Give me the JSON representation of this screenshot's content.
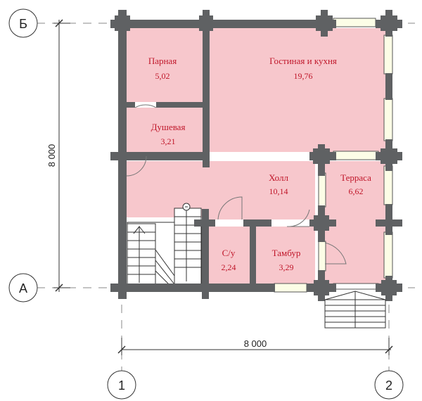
{
  "axes": {
    "row_b": "Б",
    "row_a": "А",
    "col_1": "1",
    "col_2": "2"
  },
  "dimensions": {
    "horizontal": "8 000",
    "vertical": "8 000"
  },
  "rooms": [
    {
      "id": "parnaya",
      "name": "Парная",
      "area": "5,02"
    },
    {
      "id": "dushevaya",
      "name": "Душевая",
      "area": "3,21"
    },
    {
      "id": "gostinaya",
      "name": "Гостиная и кухня",
      "area": "19,76"
    },
    {
      "id": "holl",
      "name": "Холл",
      "area": "10,14"
    },
    {
      "id": "terrasa",
      "name": "Терраса",
      "area": "6,62"
    },
    {
      "id": "su",
      "name": "С/у",
      "area": "2,24"
    },
    {
      "id": "tambur",
      "name": "Тамбур",
      "area": "3,29"
    }
  ],
  "colors": {
    "wall": "#5f6163",
    "room_fill": "#f7c7cc",
    "label": "#c0172a",
    "window": "#fcfde6",
    "line": "#333333"
  }
}
